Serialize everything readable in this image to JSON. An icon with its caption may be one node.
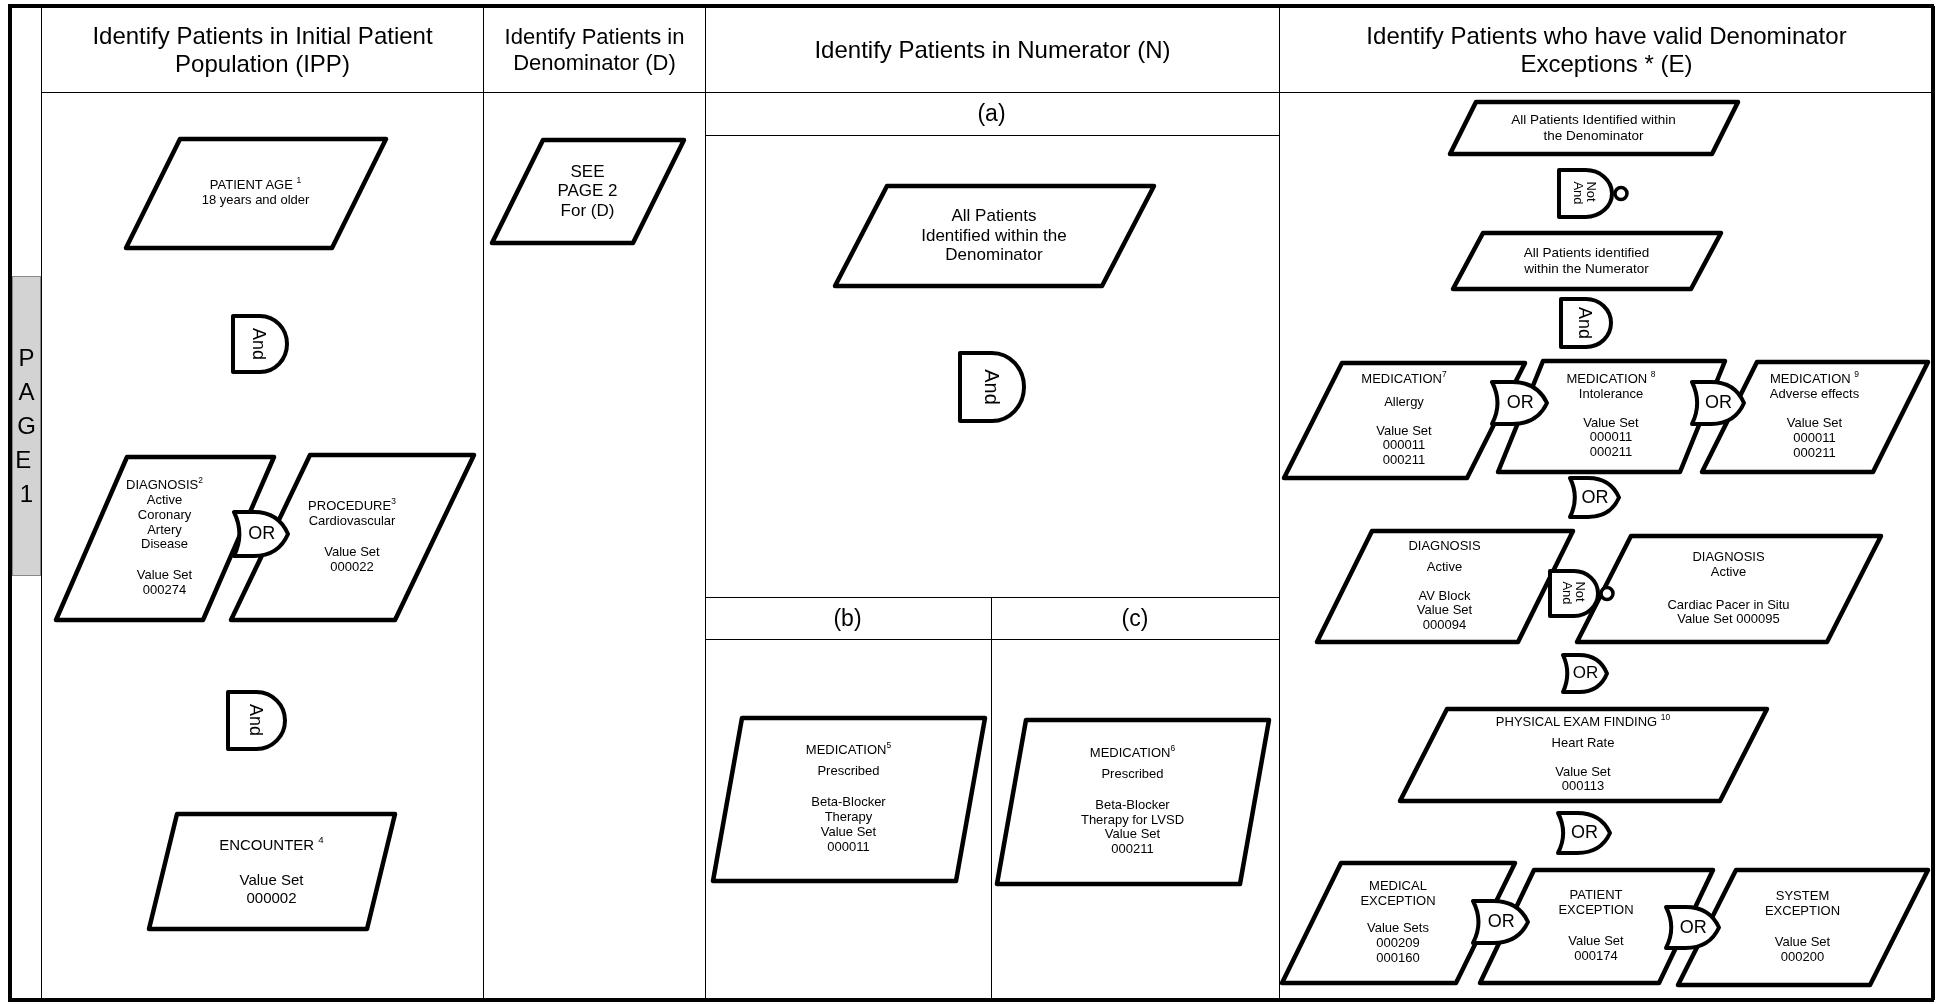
{
  "diagram": {
    "nodes": [
      {
        "text": [
          "PAGE 1"
        ]
      },
      {
        "text": [
          "Identify Patients in Initial Patient Population (IPP)"
        ]
      },
      {
        "text": [
          "Identify Patients in Denominator (D)"
        ]
      },
      {
        "text": [
          "Identify Patients in Numerator (N)"
        ]
      },
      {
        "text": [
          "Identify Patients who have valid Denominator Exceptions * (E)"
        ]
      },
      {
        "text": [
          "(a)"
        ],
        "in": 3
      },
      {
        "text": [
          "(b)"
        ],
        "in": 3
      },
      {
        "text": [
          "(c)"
        ],
        "in": 3
      },
      {
        "text": [
          "PATIENT AGE $^{1}$",
          "18 years and older"
        ],
        "in": 1
      },
      {
        "text": [
          "And"
        ],
        "in": 1
      },
      {
        "text": [
          "DIAGNOSIS$^{2}$",
          "Active Coronary Artery Disease",
          "Value Set 000274"
        ],
        "in": 1
      },
      {
        "text": [
          "OR"
        ],
        "in": 1
      },
      {
        "text": [
          "PROCEDURE$^{3}$",
          "Cardiovascular",
          "Value Set 000022"
        ],
        "in": 1
      },
      {
        "text": [
          "And"
        ],
        "in": 1
      },
      {
        "text": [
          "ENCOUNTER $^{4}$",
          "Value Set 000002"
        ],
        "in": 1
      },
      {
        "text": [
          "SEE PAGE 2 For (D)"
        ],
        "in": 2
      },
      {
        "text": [
          "All Patients Identified within the Denominator"
        ],
        "in": 5
      },
      {
        "text": [
          "And"
        ],
        "in": 5
      },
      {
        "text": [
          "MEDICATION$^{5}$",
          "Prescribed",
          "Beta-Blocker Therapy",
          "Value Set 000011"
        ],
        "in": 6
      },
      {
        "text": [
          "MEDICATION$^{6}$",
          "Prescribed",
          "Beta-Blocker Therapy for LVSD",
          "Value Set 000211"
        ],
        "in": 7
      },
      {
        "text": [
          "All Patients Identified within the Denominator"
        ],
        "in": 4
      },
      {
        "text": [
          "Not And"
        ],
        "in": 4
      },
      {
        "text": [
          "All Patients identified within the Numerator"
        ],
        "in": 4
      },
      {
        "text": [
          "And"
        ],
        "in": 4
      },
      {
        "text": [
          "MEDICATION$^{7}$",
          "Allergy",
          "Value Set 000011 000211"
        ],
        "in": 4
      },
      {
        "text": [
          "OR"
        ],
        "in": 4
      },
      {
        "text": [
          "MEDICATION $^{8}$",
          "Intolerance",
          "Value Set 000011 000211"
        ],
        "in": 4
      },
      {
        "text": [
          "OR"
        ],
        "in": 4
      },
      {
        "text": [
          "MEDICATION $^{9}$",
          "Adverse effects",
          "Value Set 000011 000211"
        ],
        "in": 4
      },
      {
        "text": [
          "OR"
        ],
        "in": 4
      },
      {
        "text": [
          "DIAGNOSIS",
          "Active",
          "AV Block Value Set 000094"
        ],
        "in": 4
      },
      {
        "text": [
          "Not And"
        ],
        "in": 4
      },
      {
        "text": [
          "DIAGNOSIS",
          "Active",
          "Cardiac Pacer in Situ Value Set 000095"
        ],
        "in": 4
      },
      {
        "text": [
          "OR"
        ],
        "in": 4
      },
      {
        "text": [
          "PHYSICAL EXAM FINDING $^{10}$",
          "Heart Rate",
          "Value Set 000113"
        ],
        "in": 4
      },
      {
        "text": [
          "OR"
        ],
        "in": 4
      },
      {
        "text": [
          "MEDICAL EXCEPTION",
          "Value Sets 000209 000160"
        ],
        "in": 4
      },
      {
        "text": [
          "OR"
        ],
        "in": 4
      },
      {
        "text": [
          "PATIENT EXCEPTION",
          "Value Set 000174"
        ],
        "in": 4
      },
      {
        "text": [
          "OR"
        ],
        "in": 4
      },
      {
        "text": [
          "SYSTEM EXCEPTION",
          "Value Set 000200"
        ],
        "in": 4
      }
    ]
  }
}
